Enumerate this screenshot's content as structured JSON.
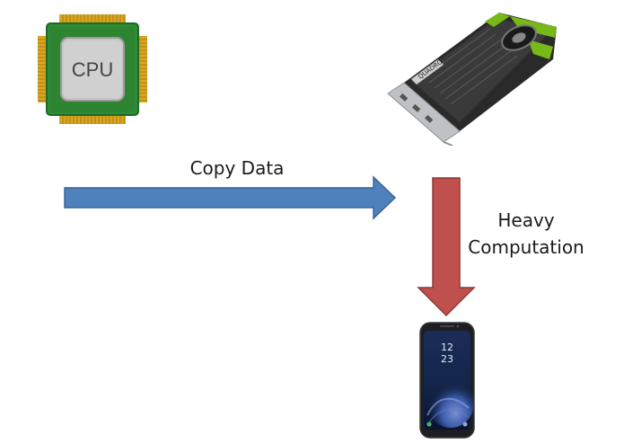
{
  "cpu": {
    "chip_text": "CPU",
    "colors": {
      "board": "#2f8a35",
      "board_dark": "#1f6b25",
      "pins": "#d9a521",
      "die": "#c8c8c8"
    }
  },
  "gpu": {
    "brand_text": "QUADRO",
    "colors": {
      "accent": "#78b817",
      "shroud": "#2a2a2a",
      "bracket": "#bfc2c4"
    }
  },
  "phone": {
    "time_hour": "12",
    "time_minute": "23",
    "colors": {
      "body": "#1d1e22",
      "screen": "#0e1d3f"
    }
  },
  "arrows": {
    "copy": {
      "label": "Copy Data",
      "color": "#4f81bd",
      "stroke": "#3a6496"
    },
    "heavy": {
      "label_line1": "Heavy",
      "label_line2": "Computation",
      "color": "#c0504d",
      "stroke": "#8c3836"
    }
  }
}
